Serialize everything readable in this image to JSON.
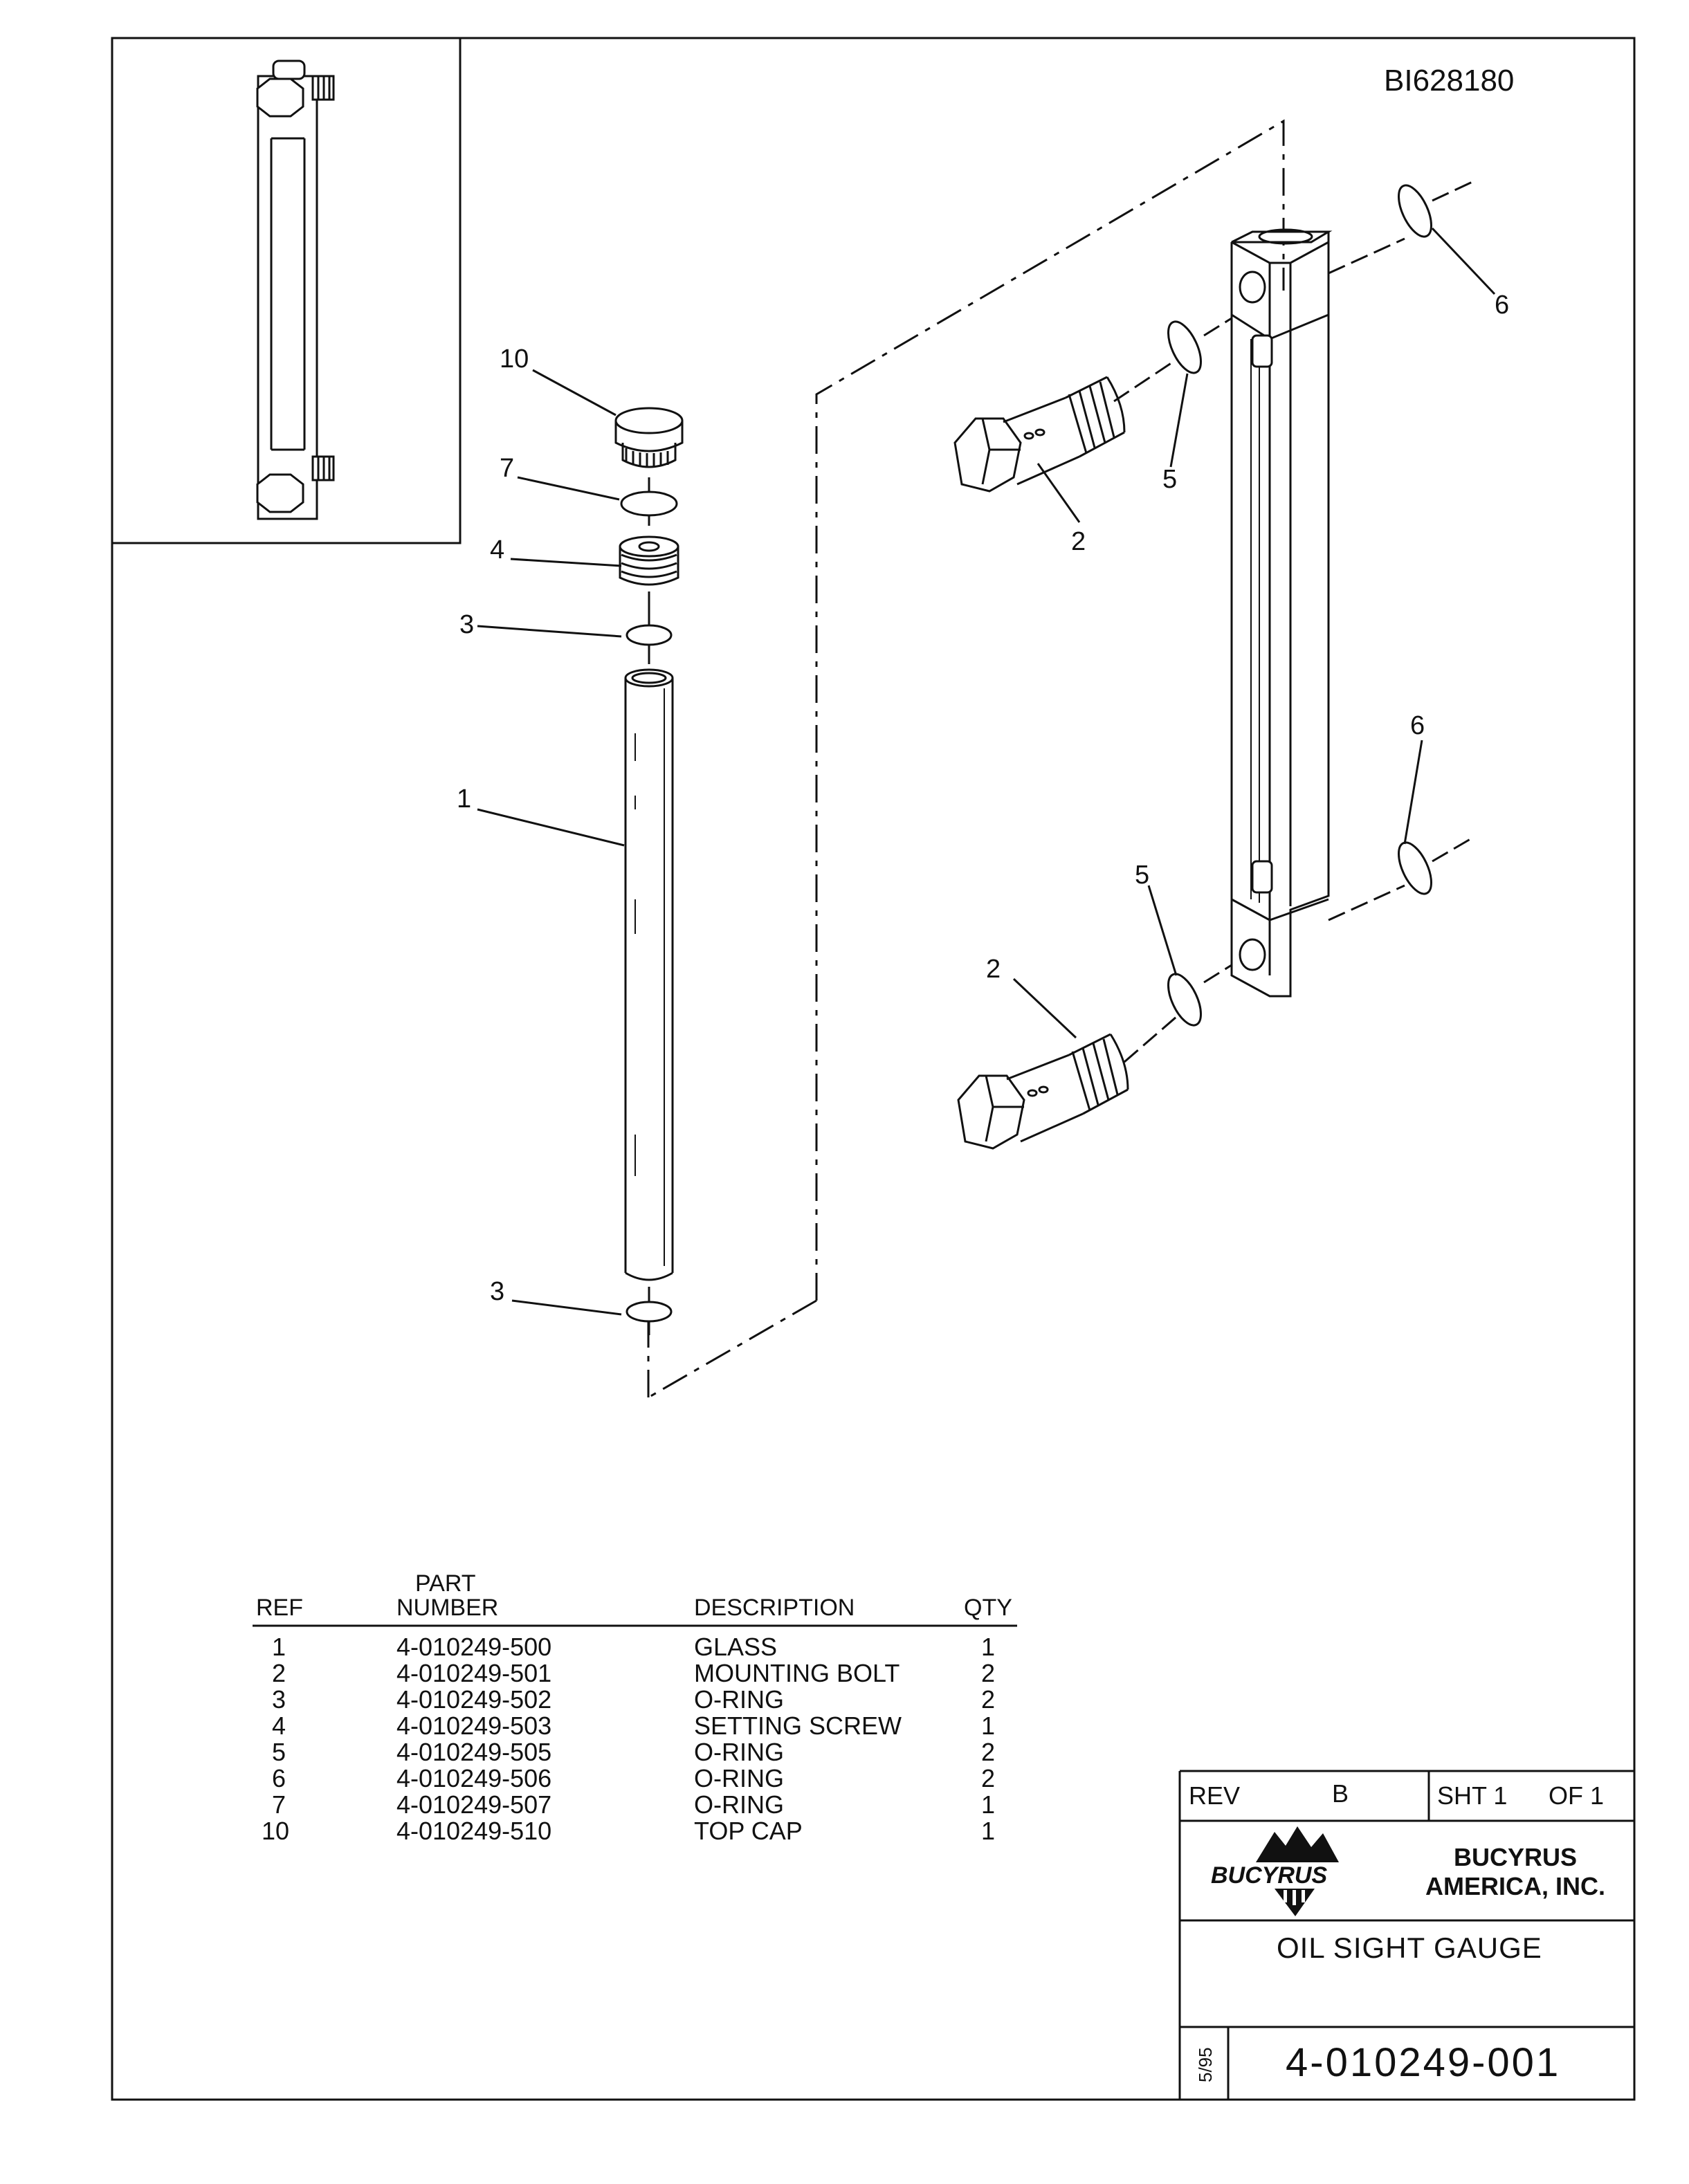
{
  "drawing": {
    "id": "BI628180",
    "callouts": [
      "10",
      "7",
      "4",
      "3",
      "1",
      "3",
      "2",
      "5",
      "6",
      "2",
      "5",
      "6"
    ]
  },
  "parts_table": {
    "headers": {
      "ref": "REF",
      "part_number_top": "PART",
      "part_number_bottom": "NUMBER",
      "description": "DESCRIPTION",
      "qty": "QTY"
    },
    "rows": [
      {
        "ref": "1",
        "part_number": "4-010249-500",
        "description": "GLASS",
        "qty": "1"
      },
      {
        "ref": "2",
        "part_number": "4-010249-501",
        "description": "MOUNTING BOLT",
        "qty": "2"
      },
      {
        "ref": "3",
        "part_number": "4-010249-502",
        "description": "O-RING",
        "qty": "2"
      },
      {
        "ref": "4",
        "part_number": "4-010249-503",
        "description": "SETTING SCREW",
        "qty": "1"
      },
      {
        "ref": "5",
        "part_number": "4-010249-505",
        "description": "O-RING",
        "qty": "2"
      },
      {
        "ref": "6",
        "part_number": "4-010249-506",
        "description": "O-RING",
        "qty": "2"
      },
      {
        "ref": "7",
        "part_number": "4-010249-507",
        "description": "O-RING",
        "qty": "1"
      },
      {
        "ref": "10",
        "part_number": "4-010249-510",
        "description": "TOP CAP",
        "qty": "1"
      }
    ]
  },
  "title_block": {
    "rev_label": "REV",
    "rev_value": "B",
    "sheet": "SHT 1",
    "of": "OF 1",
    "logo_text": "BUCYRUS",
    "company_line1": "BUCYRUS",
    "company_line2": "AMERICA, INC.",
    "title": "OIL SIGHT GAUGE",
    "date": "5/95",
    "drawing_number": "4-010249-001"
  }
}
